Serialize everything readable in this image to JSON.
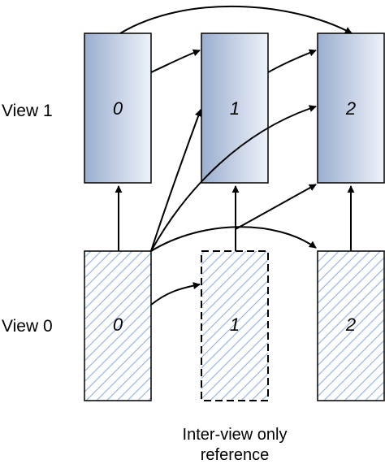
{
  "rows": {
    "view1_label": "View 1",
    "view0_label": "View 0"
  },
  "view1_frames": [
    "0",
    "1",
    "2"
  ],
  "view0_frames": [
    "0",
    "1",
    "2"
  ],
  "caption": {
    "line1": "Inter-view only",
    "line2": "reference"
  },
  "colors": {
    "view1_gradient_dark": "#9aaecf",
    "view1_gradient_light": "#eef2f9",
    "view0_hatch": "#8eb0e6",
    "outline": "#000000"
  }
}
